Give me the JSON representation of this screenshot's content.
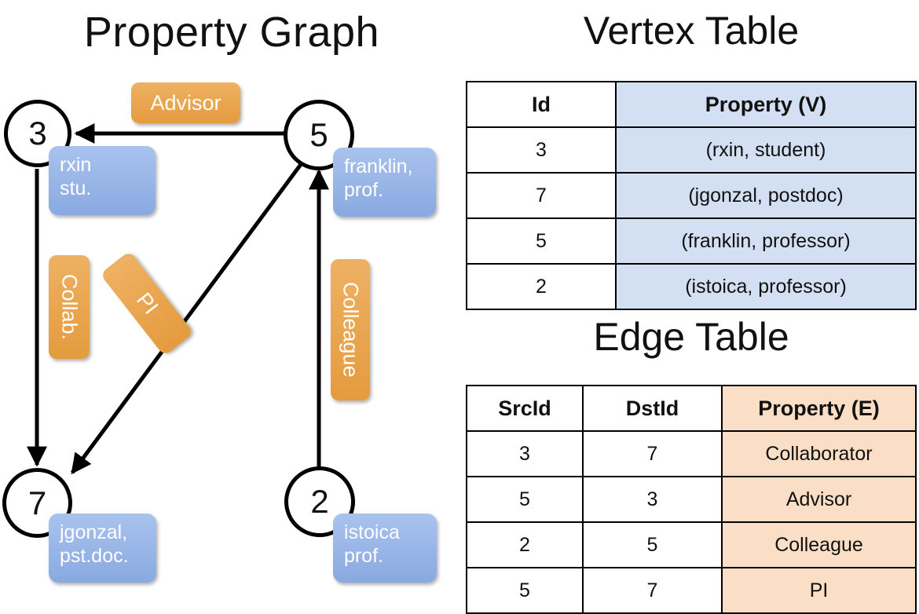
{
  "titles": {
    "property_graph": "Property Graph",
    "vertex_table": "Vertex Table",
    "edge_table": "Edge Table"
  },
  "graph": {
    "nodes": [
      {
        "id": "3",
        "label": "3",
        "property_line1": "rxin",
        "property_line2": "stu."
      },
      {
        "id": "5",
        "label": "5",
        "property_line1": "franklin,",
        "property_line2": "prof."
      },
      {
        "id": "7",
        "label": "7",
        "property_line1": "jgonzal,",
        "property_line2": "pst.doc."
      },
      {
        "id": "2",
        "label": "2",
        "property_line1": "istoica",
        "property_line2": "prof."
      }
    ],
    "edge_labels": [
      {
        "key": "advisor",
        "text": "Advisor"
      },
      {
        "key": "collab",
        "text": "Collab."
      },
      {
        "key": "pi",
        "text": "PI"
      },
      {
        "key": "colleague",
        "text": "Colleague"
      }
    ]
  },
  "vertex_table": {
    "columns": [
      "Id",
      "Property (V)"
    ],
    "rows": [
      {
        "id": "3",
        "property": "(rxin, student)"
      },
      {
        "id": "7",
        "property": "(jgonzal, postdoc)"
      },
      {
        "id": "5",
        "property": "(franklin, professor)"
      },
      {
        "id": "2",
        "property": "(istoica, professor)"
      }
    ]
  },
  "edge_table": {
    "columns": [
      "SrcId",
      "DstId",
      "Property (E)"
    ],
    "rows": [
      {
        "src": "3",
        "dst": "7",
        "property": "Collaborator"
      },
      {
        "src": "5",
        "dst": "3",
        "property": "Advisor"
      },
      {
        "src": "2",
        "dst": "5",
        "property": "Colleague"
      },
      {
        "src": "5",
        "dst": "7",
        "property": "PI"
      }
    ]
  },
  "colors": {
    "vertex_badge": "#9bb7e8",
    "edge_badge": "#e9a54e",
    "vertex_table_fill": "#d3dff2",
    "edge_table_fill": "#fadfc6",
    "stroke": "#000000",
    "background": "#ffffff"
  }
}
